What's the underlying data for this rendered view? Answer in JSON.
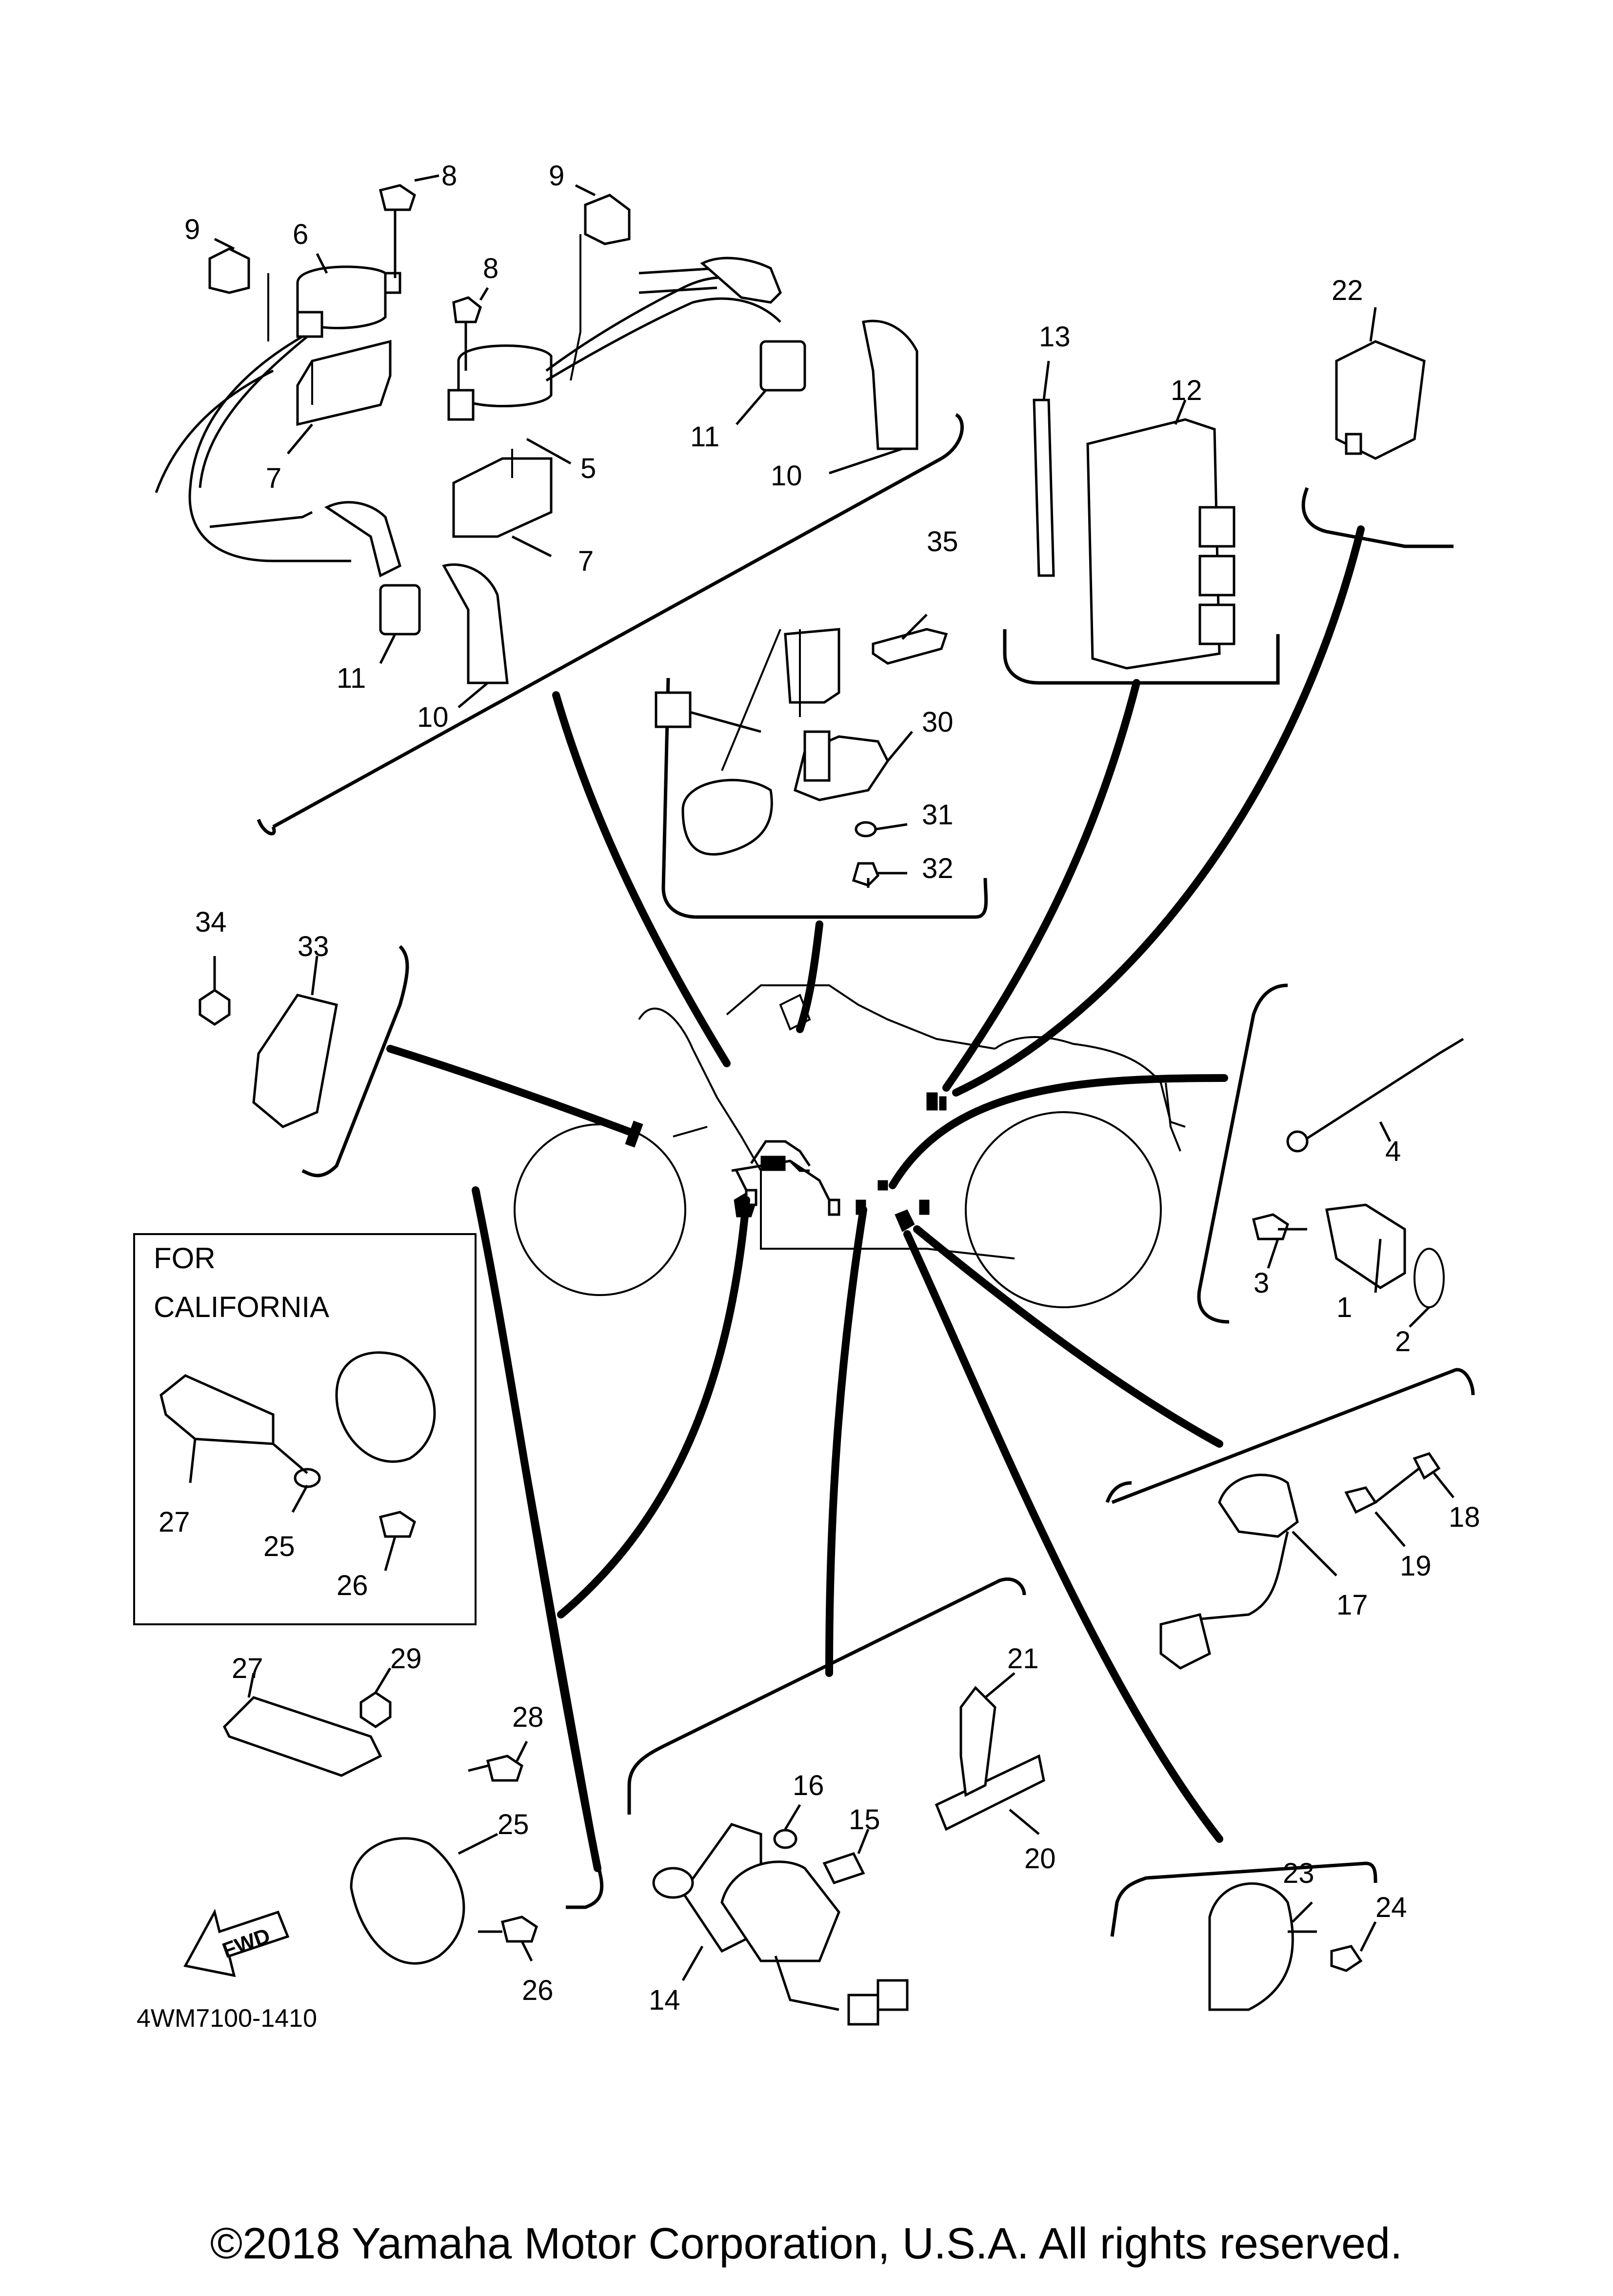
{
  "callouts": {
    "c1": "1",
    "c2": "2",
    "c3": "3",
    "c4": "4",
    "c5": "5",
    "c6": "6",
    "c7a": "7",
    "c7b": "7",
    "c8a": "8",
    "c8b": "8",
    "c9a": "9",
    "c9b": "9",
    "c10a": "10",
    "c10b": "10",
    "c11a": "11",
    "c11b": "11",
    "c12": "12",
    "c13": "13",
    "c14": "14",
    "c15": "15",
    "c16": "16",
    "c17": "17",
    "c18": "18",
    "c19": "19",
    "c20": "20",
    "c21": "21",
    "c22": "22",
    "c23": "23",
    "c24": "24",
    "c25a": "25",
    "c25b": "25",
    "c26a": "26",
    "c26b": "26",
    "c27a": "27",
    "c27b": "27",
    "c28": "28",
    "c29": "29",
    "c30": "30",
    "c31": "31",
    "c32": "32",
    "c33": "33",
    "c34": "34",
    "c35": "35"
  },
  "california_box": {
    "line1": "FOR",
    "line2": "CALIFORNIA"
  },
  "fwd_label": "FWD",
  "diagram_code": "4WM7100-1410",
  "copyright": "©2018 Yamaha Motor Corporation, U.S.A. All rights reserved."
}
